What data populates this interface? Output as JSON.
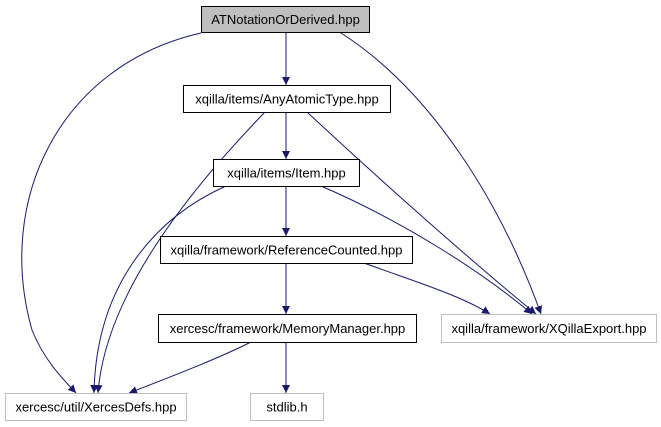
{
  "graph": {
    "nodes": [
      {
        "id": "root",
        "name": "node-atnotationorderived",
        "label": "ATNotationOrDerived.hpp",
        "style": "focus"
      },
      {
        "id": "anyatomic",
        "name": "node-anyatomictype",
        "label": "xqilla/items/AnyAtomicType.hpp",
        "style": "normal"
      },
      {
        "id": "item",
        "name": "node-item",
        "label": "xqilla/items/Item.hpp",
        "style": "normal"
      },
      {
        "id": "refcounted",
        "name": "node-referencecounted",
        "label": "xqilla/framework/ReferenceCounted.hpp",
        "style": "normal"
      },
      {
        "id": "memmgr",
        "name": "node-memorymanager",
        "label": "xercesc/framework/MemoryManager.hpp",
        "style": "normal"
      },
      {
        "id": "xqillaexport",
        "name": "node-xqillaexport",
        "label": "xqilla/framework/XQillaExport.hpp",
        "style": "external"
      },
      {
        "id": "xercesdefs",
        "name": "node-xercesdefs",
        "label": "xercesc/util/XercesDefs.hpp",
        "style": "external"
      },
      {
        "id": "stdlib",
        "name": "node-stdlib",
        "label": "stdlib.h",
        "style": "external"
      }
    ],
    "edges": [
      {
        "from": "root",
        "to": "anyatomic"
      },
      {
        "from": "root",
        "to": "xercesdefs"
      },
      {
        "from": "root",
        "to": "xqillaexport"
      },
      {
        "from": "anyatomic",
        "to": "item"
      },
      {
        "from": "anyatomic",
        "to": "xercesdefs"
      },
      {
        "from": "anyatomic",
        "to": "xqillaexport"
      },
      {
        "from": "item",
        "to": "refcounted"
      },
      {
        "from": "item",
        "to": "xercesdefs"
      },
      {
        "from": "item",
        "to": "xqillaexport"
      },
      {
        "from": "refcounted",
        "to": "memmgr"
      },
      {
        "from": "refcounted",
        "to": "xqillaexport"
      },
      {
        "from": "memmgr",
        "to": "xercesdefs"
      },
      {
        "from": "memmgr",
        "to": "stdlib"
      }
    ],
    "colors": {
      "edge": "#191970",
      "focus_fill": "#bfbfbf",
      "node_border": "#000000",
      "external_border": "#bfbfbf",
      "text": "#000000"
    }
  }
}
